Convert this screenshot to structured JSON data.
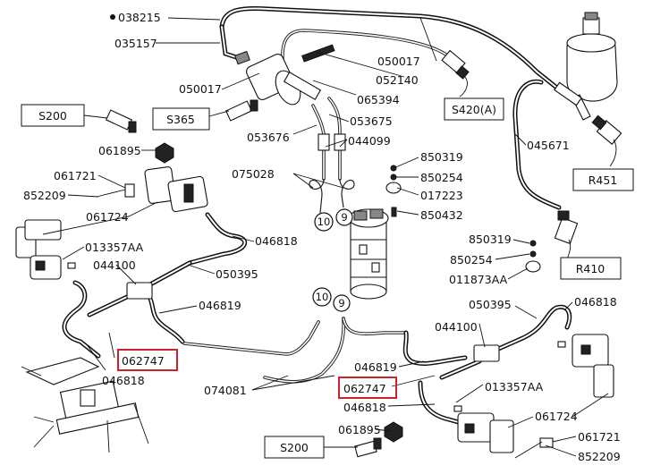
{
  "parts": {
    "p038215": "038215",
    "p035157": "035157",
    "p050017_top": "050017",
    "p050017_left": "050017",
    "p052140": "052140",
    "p065394": "065394",
    "p053675": "053675",
    "p053676": "053676",
    "p044099": "044099",
    "p045671": "045671",
    "p061895_top": "061895",
    "p061721_left": "061721",
    "p852209_left": "852209",
    "p061724_left": "061724",
    "p013357AA_left": "013357AA",
    "p044100_left": "044100",
    "p050395_left": "050395",
    "p046818_left_top": "046818",
    "p046819_left": "046819",
    "p062747_left": "062747",
    "p046818_left_bottom": "046818",
    "p075028": "075028",
    "p850319_top": "850319",
    "p850254_top": "850254",
    "p017223": "017223",
    "p850432": "850432",
    "p850319_right": "850319",
    "p850254_right": "850254",
    "p011873AA": "011873AA",
    "p050395_right": "050395",
    "p046818_right_top": "046818",
    "p044100_right": "044100",
    "p046819_right": "046819",
    "p062747_right": "062747",
    "p013357AA_right": "013357AA",
    "p046818_right_bottom": "046818",
    "p061724_right": "061724",
    "p061895_bottom": "061895",
    "p061721_right": "061721",
    "p852209_right": "852209",
    "p074081": "074081"
  },
  "boxes": {
    "s200_top": "S200",
    "s365": "S365",
    "s420a": "S420(A)",
    "r451": "R451",
    "r410": "R410",
    "s200_bottom": "S200"
  },
  "circles": {
    "c10_top": "10",
    "c9_top": "9",
    "c10_bottom": "10",
    "c9_bottom": "9"
  },
  "colors": {
    "highlight": "#d0212a",
    "line": "#111111"
  }
}
